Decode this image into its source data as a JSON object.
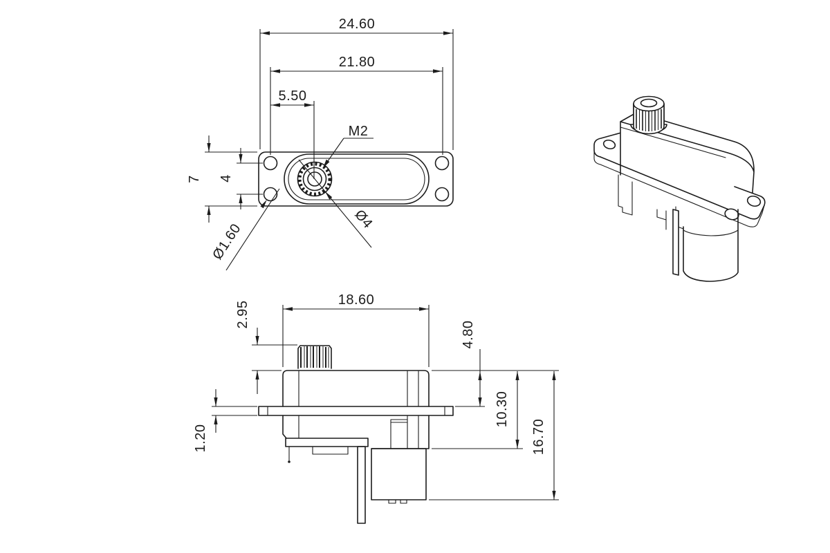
{
  "drawing": {
    "top_view": {
      "overall_width": "24.60",
      "mount_hole_span": "21.80",
      "spline_offset": "5.50",
      "spline_thread": "M2",
      "flange_width": "7",
      "hole_pitch": "4",
      "mount_hole_dia": "Ø1.60",
      "spline_dia": "Ø4"
    },
    "side_view": {
      "case_width": "18.60",
      "spline_height": "2.95",
      "upper_height": "4.80",
      "case_height": "10.30",
      "total_height": "16.70",
      "flange_thickness": "1.20"
    },
    "colors": {
      "line": "#1c1c1c",
      "background": "#ffffff"
    }
  }
}
